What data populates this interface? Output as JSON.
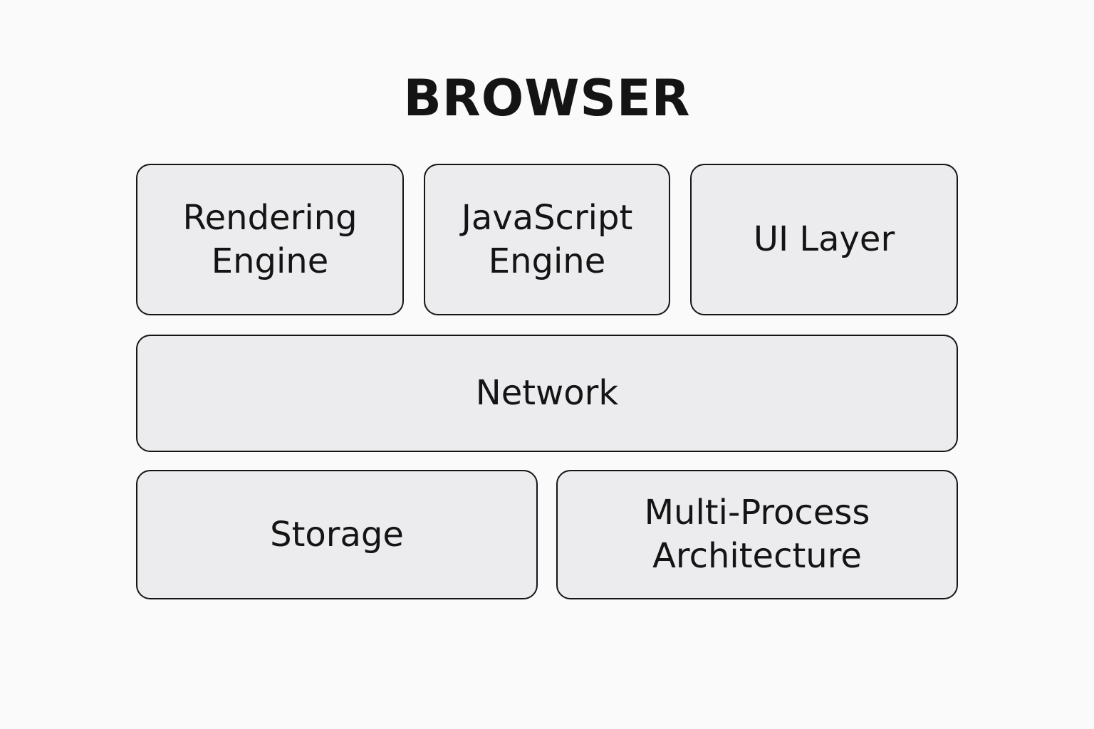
{
  "title": "BROWSER",
  "components": {
    "rendering_engine": [
      "Rendering",
      "Engine"
    ],
    "javascript_engine": [
      "JavaScript",
      "Engine"
    ],
    "ui_layer": [
      "UI Layer"
    ],
    "network": [
      "Network"
    ],
    "storage": [
      "Storage"
    ],
    "multi_process": [
      "Multi-Process",
      "Architecture"
    ]
  },
  "colors": {
    "background": "#fafafa",
    "box_fill": "#ececee",
    "box_border": "#151515",
    "text": "#141414"
  }
}
